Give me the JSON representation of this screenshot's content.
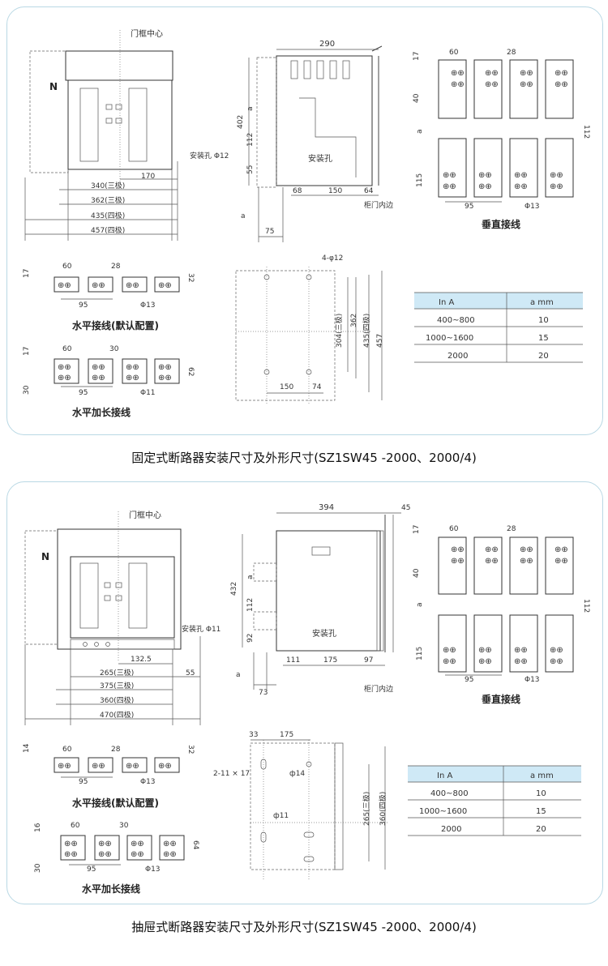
{
  "top": {
    "caption": "固定式断路器安装尺寸及外形尺寸(SZ1SW45 -2000、2000/4)",
    "front": {
      "door_center": "门框中心",
      "n": "N",
      "hole": "安装孔 Φ12",
      "d170": "170",
      "d340": "340(三极)",
      "d362": "362(三极)",
      "d435": "435(四极)",
      "d457": "457(四极)"
    },
    "side": {
      "d290": "290",
      "d402": "402",
      "a1": "a",
      "d112": "112",
      "d55": "55",
      "hole": "安装孔",
      "d68": "68",
      "d150": "150",
      "d64": "64",
      "door_edge": "柜门内边",
      "a2": "a",
      "d75": "75"
    },
    "vertical": {
      "d17": "17",
      "d60": "60",
      "d28": "28",
      "d40": "40",
      "a": "a",
      "d112": "112",
      "d115": "115",
      "d95": "95",
      "phi": "Φ13",
      "title": "垂直接线"
    },
    "horizontal": {
      "d17": "17",
      "d60": "60",
      "d28": "28",
      "d32": "32",
      "d95": "95",
      "phi": "Φ13",
      "title": "水平接线(默认配置)"
    },
    "extended": {
      "d17": "17",
      "d60": "60",
      "d30": "30",
      "d62": "62",
      "d30b": "30",
      "d95": "95",
      "phi": "Φ11",
      "title": "水平加长接线"
    },
    "mount": {
      "holes": "4-φ12",
      "d304": "304(三极)",
      "d362": "362",
      "d435": "435(四极)",
      "d457": "457",
      "d150": "150",
      "d74": "74"
    },
    "table": {
      "headers": [
        "In A",
        "a mm"
      ],
      "rows": [
        [
          "400~800",
          "10"
        ],
        [
          "1000~1600",
          "15"
        ],
        [
          "2000",
          "20"
        ]
      ]
    }
  },
  "bottom": {
    "caption": "抽屉式断路器安装尺寸及外形尺寸(SZ1SW45 -2000、2000/4)",
    "front": {
      "door_center": "门框中心",
      "n": "N",
      "hole": "安装孔 Φ11",
      "d132": "132.5",
      "d265": "265(三极)",
      "d55": "55",
      "d375": "375(三极)",
      "d360": "360(四极)",
      "d470": "470(四极)"
    },
    "side": {
      "d394": "394",
      "d45": "45",
      "d432": "432",
      "a1": "a",
      "d112": "112",
      "d92": "92",
      "hole": "安装孔",
      "d111": "111",
      "d175": "175",
      "d97": "97",
      "a2": "a",
      "d73": "73",
      "door_edge": "柜门内边"
    },
    "vertical": {
      "d17": "17",
      "d60": "60",
      "d28": "28",
      "d40": "40",
      "a": "a",
      "d112": "112",
      "d115": "115",
      "d95": "95",
      "phi": "Φ13",
      "title": "垂直接线"
    },
    "horizontal": {
      "d14": "14",
      "d60": "60",
      "d28": "28",
      "d32": "32",
      "d95": "95",
      "phi": "Φ13",
      "title": "水平接线(默认配置)"
    },
    "extended": {
      "d16": "16",
      "d60": "60",
      "d30": "30",
      "d64": "64",
      "d30b": "30",
      "d95": "95",
      "phi": "Φ13",
      "title": "水平加长接线"
    },
    "mount": {
      "d33": "33",
      "d175": "175",
      "slot": "2-11 × 17",
      "phi14": "ф14",
      "phi11": "ф11",
      "d265": "265(三极)",
      "d360": "360(四极)"
    },
    "table": {
      "headers": [
        "In A",
        "a mm"
      ],
      "rows": [
        [
          "400~800",
          "10"
        ],
        [
          "1000~1600",
          "15"
        ],
        [
          "2000",
          "20"
        ]
      ]
    }
  }
}
